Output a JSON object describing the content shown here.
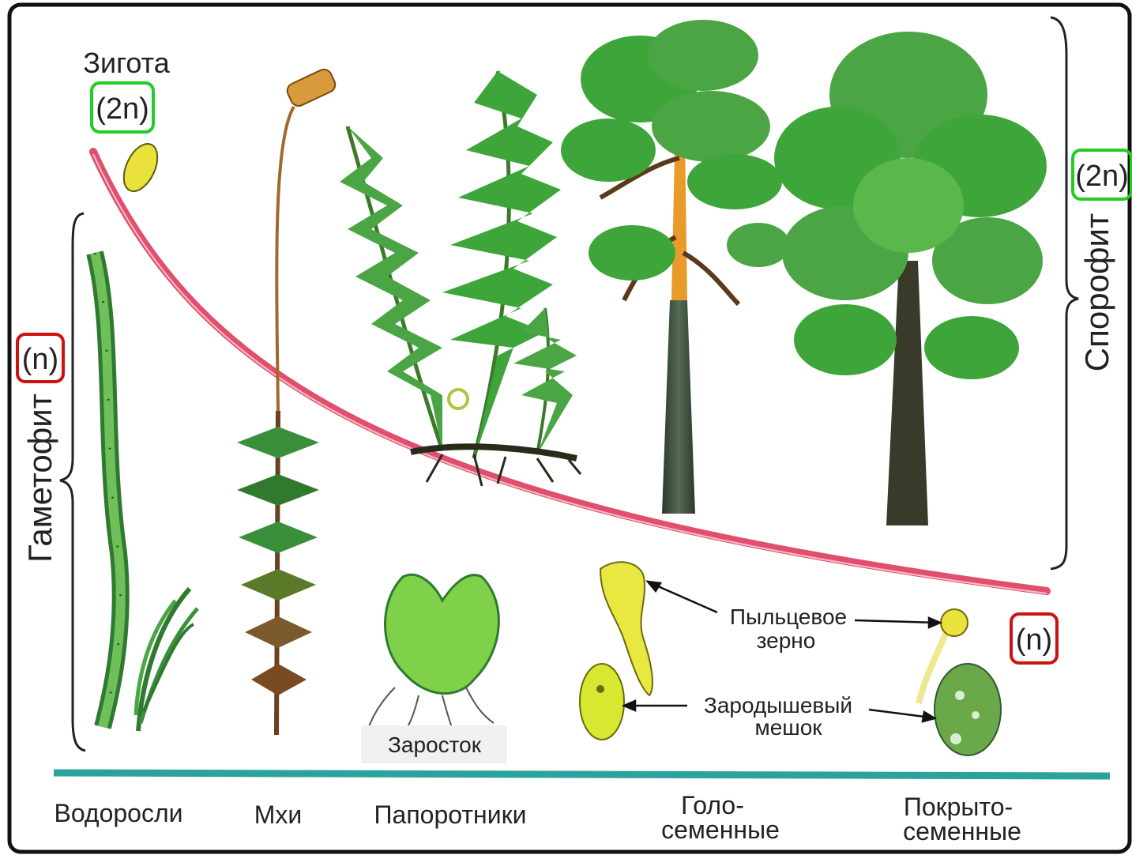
{
  "labels": {
    "zygote": "Зигота",
    "zygote_ploidy": "(2n)",
    "sporophyte": "Спорофит",
    "sporophyte_ploidy": "(2n)",
    "gametophyte": "Гаметофит",
    "gametophyte_ploidy": "(n)",
    "lower_ploidy": "(n)",
    "pollen_line1": "Пыльцевое",
    "pollen_line2": "зерно",
    "embryo_line1": "Зародышевый",
    "embryo_line2": "мешок",
    "prothallus": "Заросток"
  },
  "groups": {
    "algae": "Водоросли",
    "mosses": "Мхи",
    "ferns": "Папоротники",
    "gymno_line1": "Голо-",
    "gymno_line2": "семенные",
    "angio_line1": "Покрыто-",
    "angio_line2": "семенные"
  },
  "colors": {
    "curve": "#e0506e",
    "baseline": "#2aa39e",
    "green_box": "#22cc22",
    "red_box": "#cc1111",
    "leaf_green": "#3ea53a",
    "light_green": "#7fd14a",
    "yellow": "#eae23a"
  }
}
